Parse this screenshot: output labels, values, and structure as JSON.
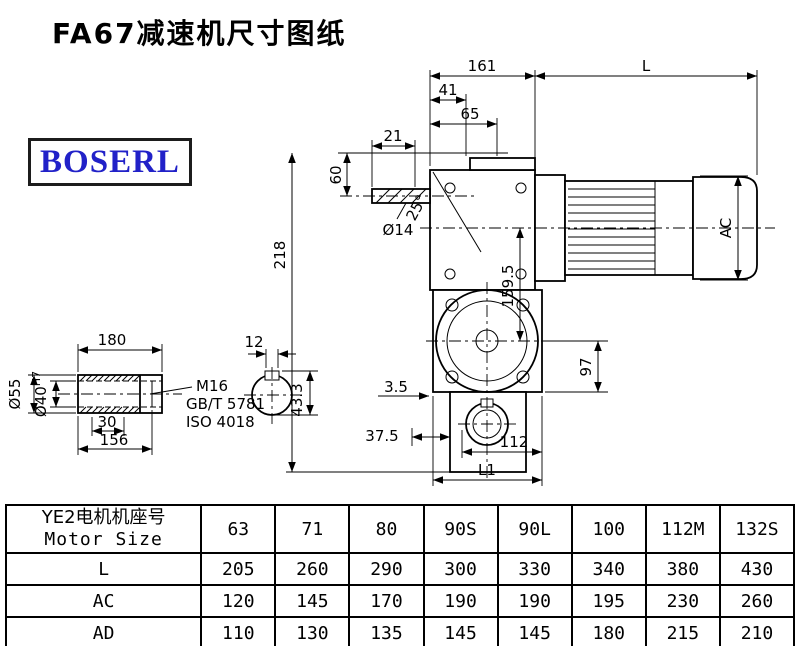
{
  "page": {
    "title": "FA67减速机尺寸图纸"
  },
  "logo": {
    "text": "BOSERL"
  },
  "main_view": {
    "dims": {
      "top_left": "161",
      "top_right": "L",
      "offset41": "41",
      "offset65": "65",
      "shaft_len": "21",
      "height60": "60",
      "shaft_dia": "Ø14",
      "height218": "218",
      "angle": "25°",
      "motor_dia": "AC",
      "center_height": "159.5",
      "height97": "97",
      "gap": "3.5",
      "width112": "112",
      "width37_5": "37.5",
      "bottom_len": "L1"
    }
  },
  "detail_view": {
    "dims": {
      "length180": "180",
      "key_width": "12",
      "outer_dia": "Ø55",
      "bore_dia": "Ø40",
      "bore_tol": "H7",
      "len30": "30",
      "len156": "156",
      "key_height": "43.3"
    },
    "notes": {
      "thread": "M16",
      "standard1": "GB/T 5781",
      "standard2": "ISO 4018"
    }
  },
  "table": {
    "header_cn": "YE2电机机座号",
    "header_en": "Motor Size",
    "columns": [
      "63",
      "71",
      "80",
      "90S",
      "90L",
      "100",
      "112M",
      "132S"
    ],
    "rows": [
      {
        "label": "L",
        "values": [
          "205",
          "260",
          "290",
          "300",
          "330",
          "340",
          "380",
          "430"
        ]
      },
      {
        "label": "AC",
        "values": [
          "120",
          "145",
          "170",
          "190",
          "190",
          "195",
          "230",
          "260"
        ]
      },
      {
        "label": "AD",
        "values": [
          "110",
          "130",
          "135",
          "145",
          "145",
          "180",
          "215",
          "210"
        ]
      }
    ]
  }
}
